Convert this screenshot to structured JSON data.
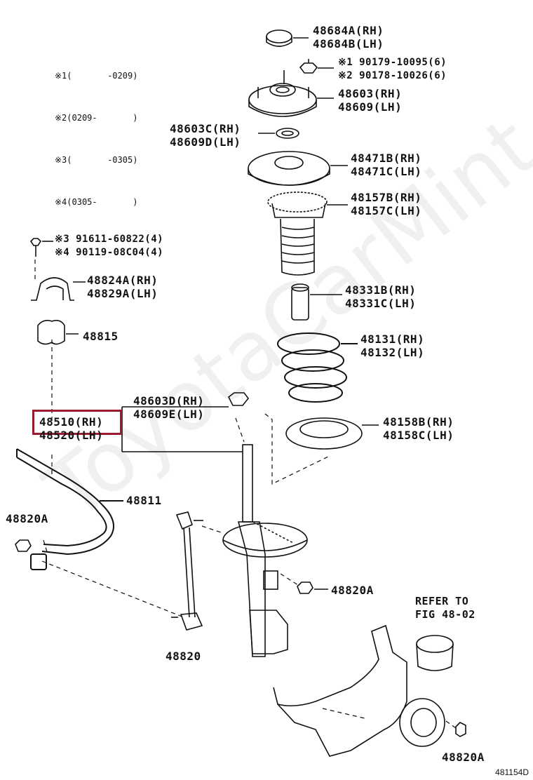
{
  "legend": [
    {
      "mark": "※1",
      "range": "(       -0209)"
    },
    {
      "mark": "※2",
      "range": "(0209-       )"
    },
    {
      "mark": "※3",
      "range": "(       -0305)"
    },
    {
      "mark": "※4",
      "range": "(0305-       )"
    }
  ],
  "parts": {
    "p48684": [
      "48684A(RH)",
      "48684B(LH)"
    ],
    "p_bolt": [
      "※1 90179-10095(6)",
      "※2 90178-10026(6)"
    ],
    "p48603": [
      "48603(RH)",
      "48609(LH)"
    ],
    "p48603c": [
      "48603C(RH)",
      "48609D(LH)"
    ],
    "p48471": [
      "48471B(RH)",
      "48471C(LH)"
    ],
    "p48157": [
      "48157B(RH)",
      "48157C(LH)"
    ],
    "p91611": [
      "※3 91611-60822(4)",
      "※4 90119-08C04(4)"
    ],
    "p48824": [
      "48824A(RH)",
      "48829A(LH)"
    ],
    "p48331": [
      "48331B(RH)",
      "48331C(LH)"
    ],
    "p48815": "48815",
    "p48131": [
      "48131(RH)",
      "48132(LH)"
    ],
    "p48603d": [
      "48603D(RH)",
      "48609E(LH)"
    ],
    "p48510": [
      "48510(RH)",
      "48520(LH)"
    ],
    "p48158": [
      "48158B(RH)",
      "48158C(LH)"
    ],
    "p48811": "48811",
    "p48820a_left": "48820A",
    "p48820a_mid": "48820A",
    "refer": [
      "REFER TO",
      "FIG 48-02"
    ],
    "p48820": "48820",
    "p48820a_bottom": "48820A"
  },
  "watermark": "ToyotaCarMint.ru",
  "figure_code": "481154D",
  "highlight_color": "#9b1b30"
}
